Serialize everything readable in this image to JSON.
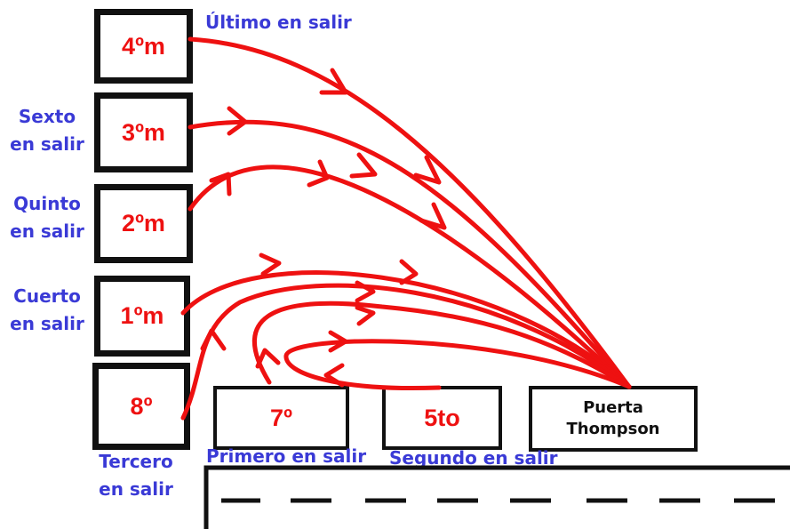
{
  "boxes": {
    "b4m": "4ºm",
    "b3m": "3ºm",
    "b2m": "2ºm",
    "b1m": "1ºm",
    "b8": "8º",
    "b7": "7º",
    "b5to": "5to",
    "door_line1": "Puerta",
    "door_line2": "Thompson"
  },
  "notes": {
    "ultimo": "Último en salir",
    "sexto_l1": "Sexto",
    "sexto_l2": "en salir",
    "quinto_l1": "Quinto",
    "quinto_l2": "en salir",
    "cuerto_l1": "Cuerto",
    "cuerto_l2": "en salir",
    "tercero_l1": "Tercero",
    "tercero_l2": "en salir",
    "primero": "Primero en salir",
    "segundo": "Segundo en salir"
  },
  "colors": {
    "arrow": "#ee1111",
    "note_text": "#3a3ad6",
    "box_text": "#ee1111",
    "border": "#111111"
  }
}
